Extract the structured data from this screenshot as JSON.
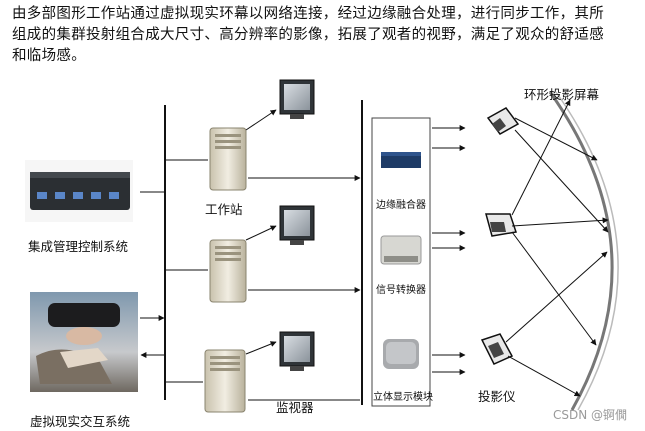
{
  "intro_text": "由多部图形工作站通过虚拟现实环幕以网络连接，经过边缘融合处理，进行同步工作，其所组成的集群投射组合成大尺寸、高分辨率的影像，拓展了观者的视野，满足了观众的舒适感和临场感。",
  "labels": {
    "control_system": "集成管理控制系统",
    "vr_system": "虚拟现实交互系统",
    "workstation": "工作站",
    "monitor": "监视器",
    "edge_blender": "边缘融合器",
    "signal_converter": "信号转换器",
    "stereo_module": "立体显示模块",
    "screen": "环形投影屏幕",
    "projector": "投影仪"
  },
  "watermark": "CSDN @锕僩"
}
